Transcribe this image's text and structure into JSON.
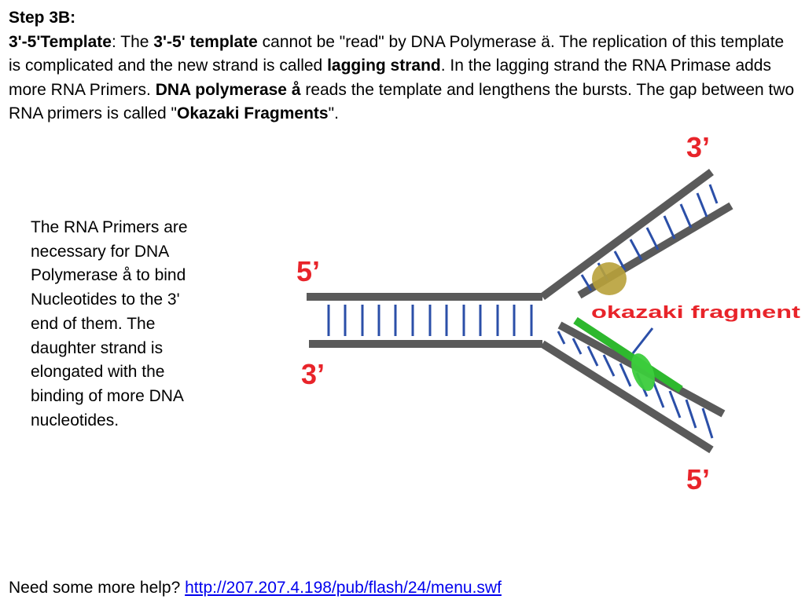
{
  "intro": {
    "heading": "Step 3B:",
    "t1_bold": "3'-5'Template",
    "t2": ": The ",
    "t3_bold": "3'-5' template",
    "t4": " cannot be \"read\" by DNA Polymerase ä. The replication of this template is complicated and the new strand is called ",
    "t5_bold": "lagging strand",
    "t6": ". In the lagging strand the RNA Primase adds more RNA Primers. ",
    "t7_bold": "DNA polymerase å",
    "t8": " reads the template and lengthens the bursts. The gap between two RNA primers is called \"",
    "t9_bold": "Okazaki Fragments",
    "t10": "\"."
  },
  "sidenote": {
    "text": "The RNA Primers are necessary for DNA Polymerase å to bind Nucleotides to the 3' end of them. The daughter strand is elongated with the binding of more DNA nucleotides."
  },
  "diagram": {
    "label_5_left": "5’",
    "label_3_left": "3’",
    "label_3_top": "3’",
    "label_5_bottom": "5’",
    "fragment_label": "okazaki fragment",
    "colors": {
      "strand": "#5a5a5a",
      "rung": "#2b4fa8",
      "label": "#e8242a",
      "primer": "#2eb82e",
      "polymerase_top": "#b8a13a",
      "polymerase_bottom": "#3ccc3c"
    }
  },
  "help": {
    "prefix": "Need some more help? ",
    "link_text": "http://207.207.4.198/pub/flash/24/menu.swf"
  }
}
